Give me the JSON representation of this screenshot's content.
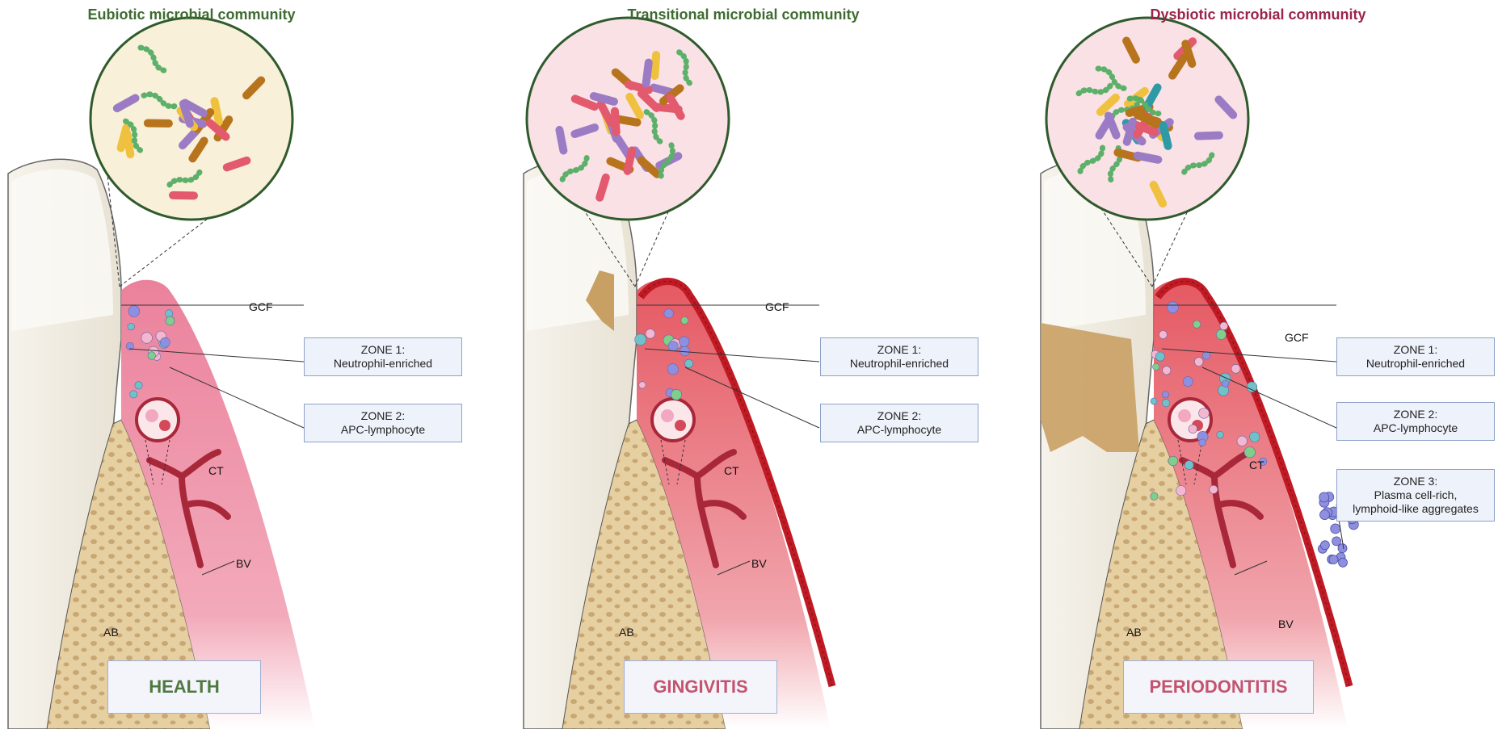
{
  "panels": [
    {
      "title": "Eubiotic microbial community",
      "title_color": "#3e6b30",
      "stage": "HEALTH",
      "stage_color": "#4f7840",
      "labels": {
        "gcf": "GCF",
        "ct": "CT",
        "bv": "BV",
        "ab": "AB"
      },
      "zones": [
        "ZONE 1:\nNeutrophil-enriched",
        "ZONE 2:\nAPC-lymphocyte"
      ]
    },
    {
      "title": "Transitional microbial community",
      "title_color": "#3e6b30",
      "stage": "GINGIVITIS",
      "stage_color": "#c4536e",
      "labels": {
        "gcf": "GCF",
        "ct": "CT",
        "bv": "BV",
        "ab": "AB"
      },
      "zones": [
        "ZONE 1:\nNeutrophil-enriched",
        "ZONE 2:\nAPC-lymphocyte"
      ]
    },
    {
      "title": "Dysbiotic microbial community",
      "title_color": "#9b2449",
      "stage": "PERIODONTITIS",
      "stage_color": "#c4536e",
      "labels": {
        "gcf": "GCF",
        "ct": "CT",
        "bv": "BV",
        "ab": "AB"
      },
      "zones": [
        "ZONE 1:\nNeutrophil-enriched",
        "ZONE 2:\nAPC-lymphocyte",
        "ZONE 3:\nPlasma cell-rich,\nlymphoid-like aggregates"
      ]
    }
  ],
  "colors": {
    "enamel": "#f4f1ea",
    "gingiva_health": "#ee8ea6",
    "gingiva_inflamed": "#e8565e",
    "bone": "#e3cc9c",
    "vessel": "#a8283a",
    "circle_health_bg": "#f8f0d8",
    "circle_inflamed_bg": "#f9e1e6",
    "circle_border": "#2f5a2c",
    "calculus": "#c9a063"
  },
  "icons": [
    "microbe-circle-icon",
    "blood-vessel-icon",
    "neutrophil-icon",
    "lymphocyte-icon",
    "plasma-cell-icon"
  ]
}
